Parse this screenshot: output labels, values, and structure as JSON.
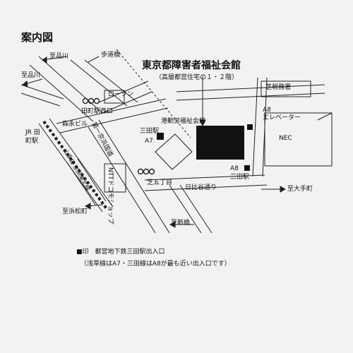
{
  "section_title": "案内図",
  "building": {
    "name": "東京都障害者福祉会館",
    "subtitle": "（高層都営住宅の１・２階）"
  },
  "map_labels": {
    "to_shinagawa_top": "至品川",
    "footbridge": "歩道橋",
    "to_shinagawa_left": "至品川",
    "lawson": "ローソン",
    "tamachi_west": "田町駅西口",
    "morinaga": "森永ビル",
    "jr_tamachi": "JR 田町駅",
    "daiichi_keihin": "第一京浜国道",
    "rail_lines": "山手線 京浜東北線",
    "minato_labor": "港勤労福祉会館",
    "mita_station_left": "三田駅",
    "a7": "A7",
    "ntt": "NTTドコモショップ",
    "shiba_5": "芝五丁目",
    "hibiya_dori": "日比谷通り",
    "shiba_tax": "芝税務署",
    "a8_top": "A8",
    "elevator": "エレベーター",
    "nec": "NEC",
    "a8_bottom": "A8",
    "mita_station_right": "三田駅",
    "to_otemachi": "至大手町",
    "to_hamamatsucho": "至浜松町",
    "to_shinbashi": "至新橋"
  },
  "legend": {
    "exit_mark": "■印　都営地下鉄三田駅出入口",
    "note": "（浅草線はA7・三田線はA8が最も近い出入口です）"
  }
}
